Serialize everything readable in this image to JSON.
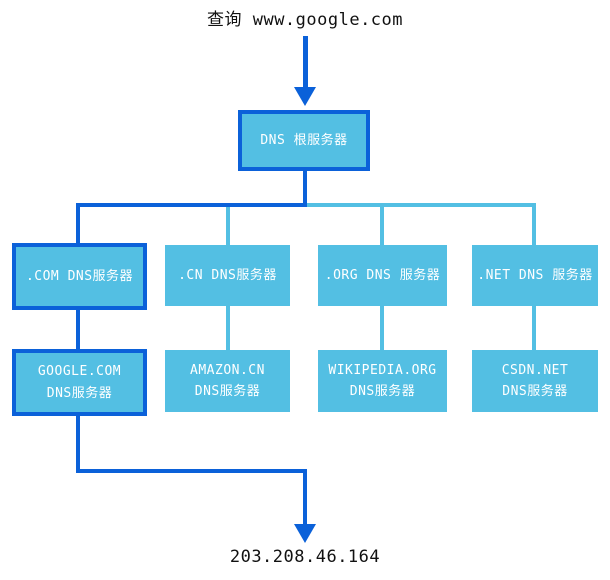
{
  "title": "查询 www.google.com",
  "result_ip": "203.208.46.164",
  "colors": {
    "path_highlight": "#0B61D9",
    "node_fill": "#53BFE3",
    "node_text": "#ffffff",
    "caption_text": "#111111"
  },
  "nodes": {
    "root": {
      "label": "DNS 根服务器"
    },
    "tld": [
      {
        "label": ".COM DNS服务器",
        "highlighted": true
      },
      {
        "label": ".CN DNS服务器",
        "highlighted": false
      },
      {
        "label": ".ORG DNS 服务器",
        "highlighted": false
      },
      {
        "label": ".NET DNS 服务器",
        "highlighted": false
      }
    ],
    "authoritative": [
      {
        "line1": "GOOGLE.COM",
        "line2": "DNS服务器",
        "highlighted": true
      },
      {
        "line1": "AMAZON.CN",
        "line2": "DNS服务器",
        "highlighted": false
      },
      {
        "line1": "WIKIPEDIA.ORG",
        "line2": "DNS服务器",
        "highlighted": false
      },
      {
        "line1": "CSDN.NET",
        "line2": "DNS服务器",
        "highlighted": false
      }
    ]
  }
}
